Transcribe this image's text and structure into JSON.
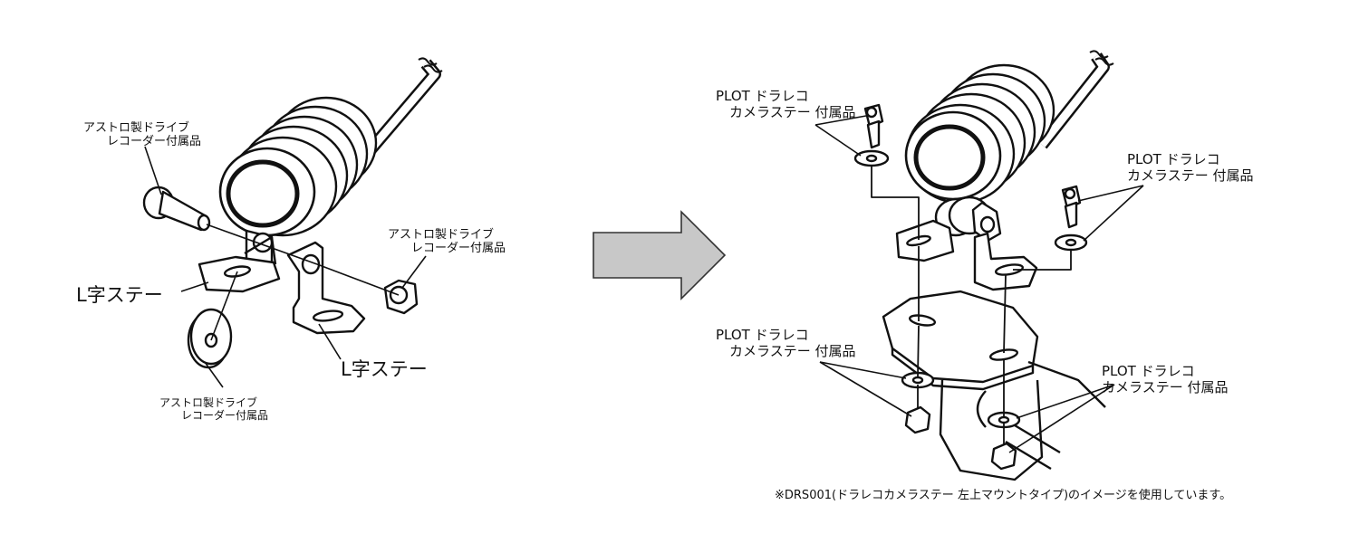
{
  "labels": {
    "left_bolt": "アストロ製ドライブ\n　　レコーダー付属品",
    "left_nut": "アストロ製ドライブ\n　　レコーダー付属品",
    "left_washer": "アストロ製ドライブ\n　　レコーダー付属品",
    "l_stay_1": "L字ステー",
    "l_stay_2": "L字ステー",
    "right_top_left": "PLOT ドラレコ\n　カメラステー 付属品",
    "right_top_right": "PLOT ドラレコ\nカメラステー 付属品",
    "right_bottom_left": "PLOT ドラレコ\n　カメラステー 付属品",
    "right_bottom_right": "PLOT ドラレコ\nカメラステー 付属品"
  },
  "footnote": "※DRS001(ドラレコカメラステー 左上マウントタイプ)のイメージを使用しています。"
}
